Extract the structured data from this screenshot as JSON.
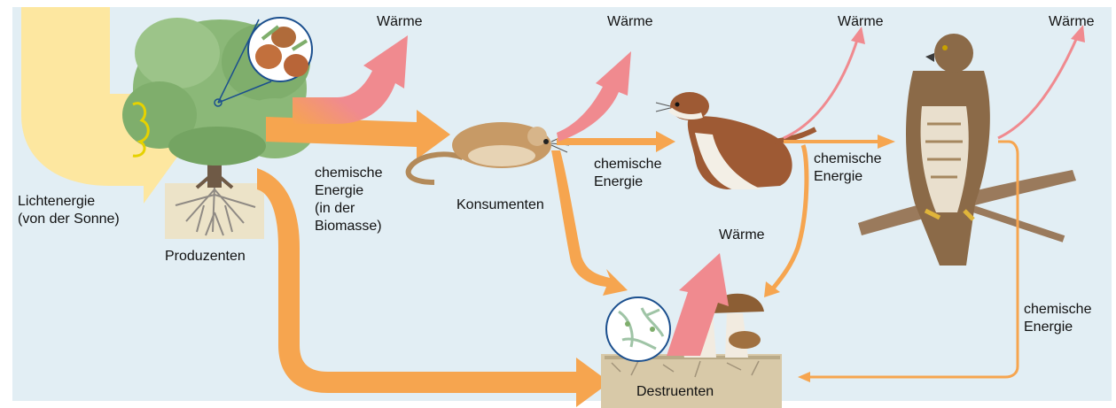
{
  "colors": {
    "background": "#e2eef4",
    "light": "#fde7a0",
    "chemical": "#f6a54f",
    "heat": "#f08a8f",
    "soil": "#d8c9a8"
  },
  "labels": {
    "light_energy": [
      "Lichtenergie",
      "(von der Sonne)"
    ],
    "producers": "Produzenten",
    "chem_main": [
      "chemische",
      "Energie",
      "(in der",
      "Biomasse)"
    ],
    "consumers": "Konsumenten",
    "chem_2": [
      "chemische",
      "Energie"
    ],
    "chem_3": [
      "chemische",
      "Energie"
    ],
    "chem_4": [
      "chemische",
      "Energie"
    ],
    "decomposers": "Destruenten",
    "heat": [
      "Wärme",
      "Wärme",
      "Wärme",
      "Wärme",
      "Wärme"
    ]
  }
}
